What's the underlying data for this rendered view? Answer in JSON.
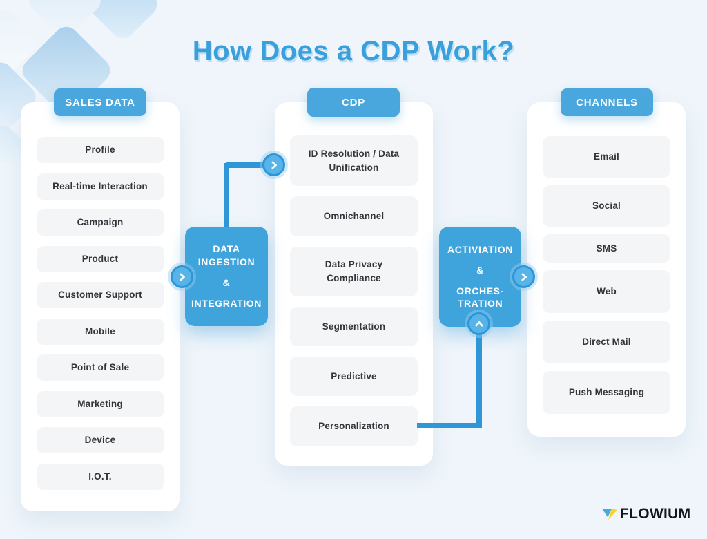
{
  "title": "How Does a CDP Work?",
  "columns": {
    "sales": {
      "header": "SALES DATA",
      "items": [
        "Profile",
        "Real-time Interaction",
        "Campaign",
        "Product",
        "Customer Support",
        "Mobile",
        "Point of Sale",
        "Marketing",
        "Device",
        "I.O.T."
      ]
    },
    "cdp": {
      "header": "CDP",
      "items": [
        "ID Resolution / Data Unification",
        "Omnichannel",
        "Data Privacy Compliance",
        "Segmentation",
        "Predictive",
        "Personalization"
      ]
    },
    "channels": {
      "header": "CHANNELS",
      "items": [
        "Email",
        "Social",
        "SMS",
        "Web",
        "Direct Mail",
        "Push Messaging"
      ]
    }
  },
  "process": {
    "ingestion": {
      "line1": "DATA INGESTION",
      "amp": "&",
      "line2": "INTEGRATION"
    },
    "activation": {
      "line1": "ACTIVIATION",
      "amp": "&",
      "line2": "ORCHES-",
      "line3": "TRATION"
    }
  },
  "logo": {
    "text": "FLOWIUM"
  },
  "colors": {
    "accent_blue": "#3FA3DC",
    "pill_blue": "#4AA7DE",
    "connector_blue": "#2F97D7",
    "title_blue": "#39A0DC",
    "item_gray": "#F4F5F7",
    "background": "#EFF5FA",
    "logo_yellow": "#F5D327"
  }
}
